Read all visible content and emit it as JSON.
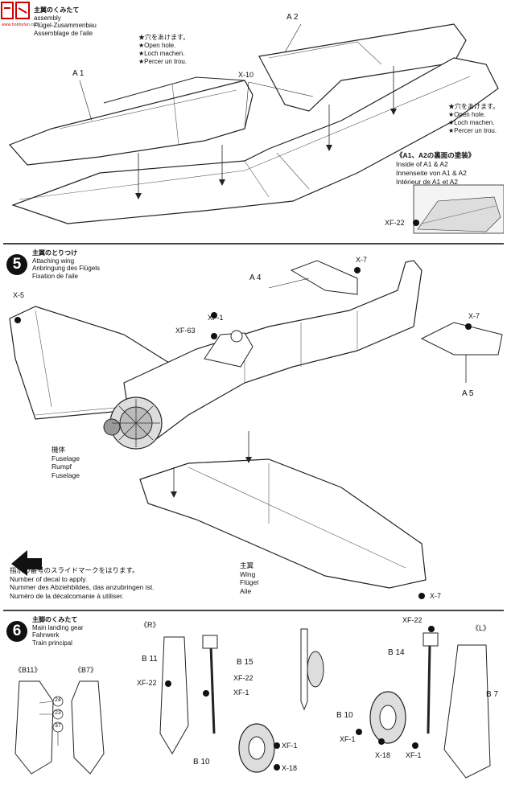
{
  "step4": {
    "title_lines": [
      "主翼のくみたて",
      "assembly",
      "Flügel-Zusammenbau",
      "Assemblage de l'aile"
    ],
    "part_a1": "A 1",
    "part_a2": "A 2",
    "hole_note_left": [
      "★穴をあけます。",
      "★Open hole.",
      "★Loch machen.",
      "★Percer un trou."
    ],
    "hole_note_right": [
      "★穴をあけます。",
      "★Open hole.",
      "★Loch machen.",
      "★Percer un trou."
    ],
    "paint_x10": "X-10",
    "inside_note": [
      "《A1、A2の裏面の塗装》",
      "Inside of A1 & A2",
      "Innenseite von A1 & A2",
      "Intérieur de A1 et A2"
    ],
    "paint_xf22": "XF-22"
  },
  "step5": {
    "number": "5",
    "title_lines": [
      "主翼のとりつけ",
      "Attaching wing",
      "Anbringung des Flügels",
      "Fixation de l'aile"
    ],
    "part_a4": "A 4",
    "part_a5": "A 5",
    "paint_x7_top": "X-7",
    "paint_x7_right": "X-7",
    "paint_x7_bottom": "X-7",
    "paint_x5": "X-5",
    "paint_xf1": "XF-1",
    "paint_xf63": "XF-63",
    "fuselage_lines": [
      "機体",
      "Fuselage",
      "Rumpf",
      "Fuselage"
    ],
    "wing_lines": [
      "主翼",
      "Wing",
      "Flügel",
      "Aile"
    ],
    "decal_note": [
      "指示の番号のスライドマークをはります。",
      "Number of decal to apply.",
      "Nummer des Abziehbildes, das anzubringen ist.",
      "Numéro de la décalcomanie à utiliser."
    ]
  },
  "step6": {
    "number": "6",
    "title_lines": [
      "主脚のくみたて",
      "Main landing gear",
      "Fahrwerk",
      "Train principal"
    ],
    "right_marker": "《R》",
    "left_marker": "《L》",
    "b11_marker": "《B11》",
    "b7_marker": "《B7》",
    "decal_24": "24",
    "decal_23": "23",
    "decal_37": "37",
    "r_b11": "B 11",
    "r_b15": "B 15",
    "r_xf22": "XF-22",
    "r_xf22b": "XF-22",
    "r_xf1": "XF-1",
    "r_b10": "B 10",
    "r_xf1b": "XF-1",
    "r_x18": "X-18",
    "l_xf22": "XF-22",
    "l_b14": "B 14",
    "l_b7": "B 7",
    "l_b10": "B 10",
    "l_xf1": "XF-1",
    "l_x18": "X-18",
    "l_xf1b": "XF-1"
  },
  "watermark": "www.hobbyfan.com"
}
